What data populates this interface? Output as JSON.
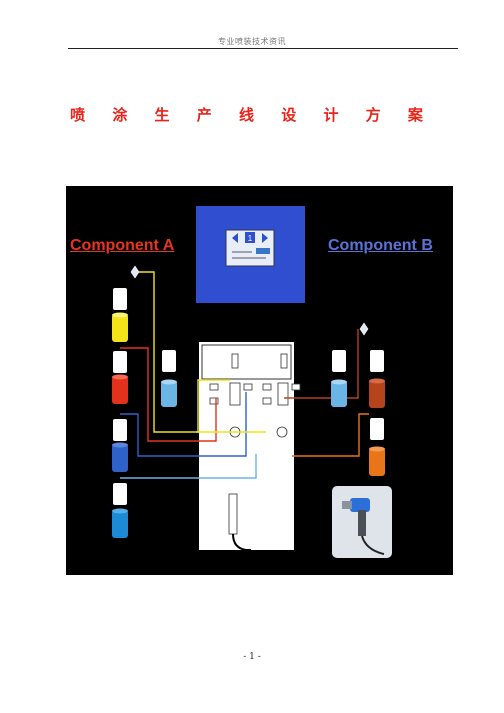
{
  "header": {
    "text": "专业喷装技术资讯"
  },
  "title": "喷 涂 生 产 线 设 计 方 案",
  "diagram": {
    "component_a_label": "Component A",
    "component_b_prefix": "Component ",
    "component_b_letter": "B",
    "screen_number": "1",
    "colors": {
      "background": "#000000",
      "screen": "#2f4fd0",
      "yellow": "#f2e31a",
      "red": "#e3321c",
      "blue": "#2f62c8",
      "light_blue": "#6ab5e6",
      "orange": "#e8751a",
      "brown": "#b5431c",
      "cabinet": "#ffffff"
    }
  },
  "page": {
    "number": "- 1 -"
  }
}
